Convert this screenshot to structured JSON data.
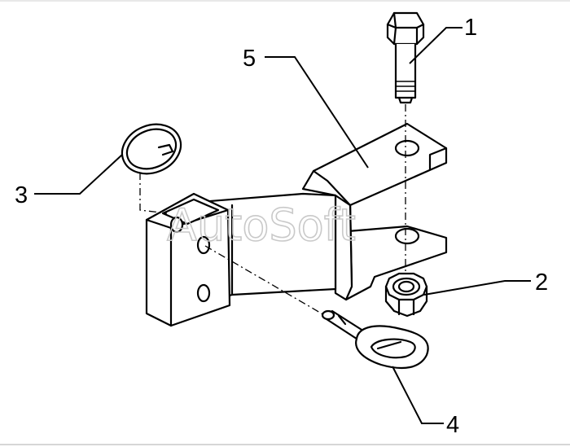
{
  "diagram": {
    "callouts": [
      {
        "id": "1",
        "label": "1"
      },
      {
        "id": "2",
        "label": "2"
      },
      {
        "id": "3",
        "label": "3"
      },
      {
        "id": "4",
        "label": "4"
      },
      {
        "id": "5",
        "label": "5"
      }
    ],
    "watermark": "AutoSoft"
  }
}
